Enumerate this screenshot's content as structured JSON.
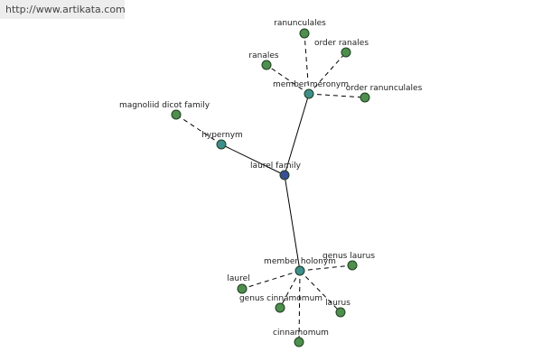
{
  "watermark": "http://www.artikata.com",
  "colors": {
    "center": "#3a4e96",
    "relation": "#3e8e8c",
    "leaf": "#4e8f4e"
  },
  "nodes": {
    "laurel_family": "laurel family",
    "member_meronym": "member meronym",
    "hypernym": "hypernym",
    "member_holonym": "member holonym",
    "ranunculales": "ranunculales",
    "order_ranales": "order ranales",
    "ranales": "ranales",
    "order_ranunculales": "order ranunculales",
    "magnoliid_dicot_family": "magnoliid dicot family",
    "genus_laurus": "genus laurus",
    "laurel": "laurel",
    "genus_cinnamomum": "genus cinnamomum",
    "laurus": "laurus",
    "cinnamomum": "cinnamomum"
  }
}
